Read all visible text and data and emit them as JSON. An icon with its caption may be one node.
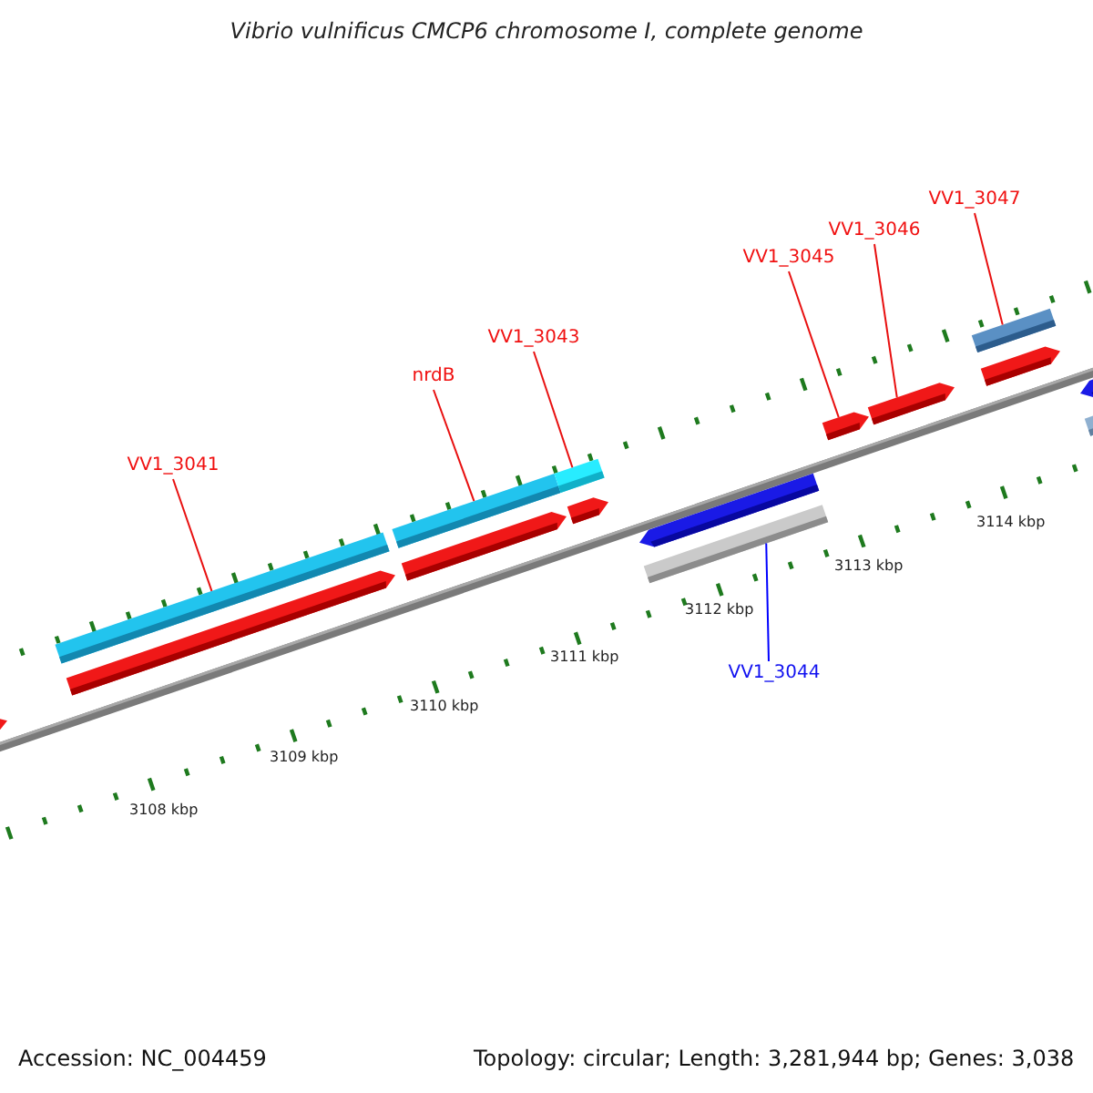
{
  "diagram": {
    "title": "Vibrio vulnificus CMCP6 chromosome I, complete genome",
    "nodes": [
      {
        "text": [
          "VV1_3047"
        ]
      },
      {
        "text": [
          "VV1_3046"
        ]
      },
      {
        "text": [
          "VV1_3045"
        ]
      },
      {
        "text": [
          "VV1_3043"
        ]
      },
      {
        "text": [
          "nrdB"
        ]
      },
      {
        "text": [
          "VV1_3041"
        ]
      },
      {
        "text": [
          "VV1_3044"
        ]
      },
      {
        "text": [],
        "shape": "arrow"
      },
      {
        "text": [],
        "shape": "bar"
      },
      {
        "text": [],
        "shape": "arrow"
      },
      {
        "text": [],
        "shape": "bar"
      },
      {
        "text": [],
        "shape": "bar"
      },
      {
        "text": [],
        "shape": "arrow"
      },
      {
        "text": [],
        "shape": "arrow"
      },
      {
        "text": [],
        "shape": "arrow"
      },
      {
        "text": [],
        "shape": "bar"
      },
      {
        "text": [],
        "shape": "arrow"
      },
      {
        "text": [],
        "shape": "arrow"
      },
      {
        "text": [],
        "shape": "bar"
      },
      {
        "text": [],
        "shape": "arrow"
      },
      {
        "text": [],
        "shape": "arrow"
      },
      {
        "text": [],
        "shape": "bar"
      }
    ],
    "edges": [
      {
        "from": 0,
        "to": 18,
        "arrow": "none"
      },
      {
        "from": 1,
        "to": 17,
        "arrow": "none"
      },
      {
        "from": 2,
        "to": 16,
        "arrow": "none"
      },
      {
        "from": 3,
        "to": 11,
        "arrow": "none"
      },
      {
        "from": 4,
        "to": 10,
        "arrow": "none"
      },
      {
        "from": 5,
        "to": 8,
        "arrow": "none"
      },
      {
        "from": 6,
        "to": 15,
        "arrow": "none",
        "color": "#0000ff"
      }
    ],
    "labels": [
      "3114 kbp",
      "3113 kbp",
      "3112 kbp",
      "3111 kbp",
      "3110 kbp",
      "3109 kbp",
      "3108 kbp",
      "Accession: NC_004459",
      "Topology: circular; Length: 3,281,944 bp; Genes: 3,038"
    ]
  }
}
